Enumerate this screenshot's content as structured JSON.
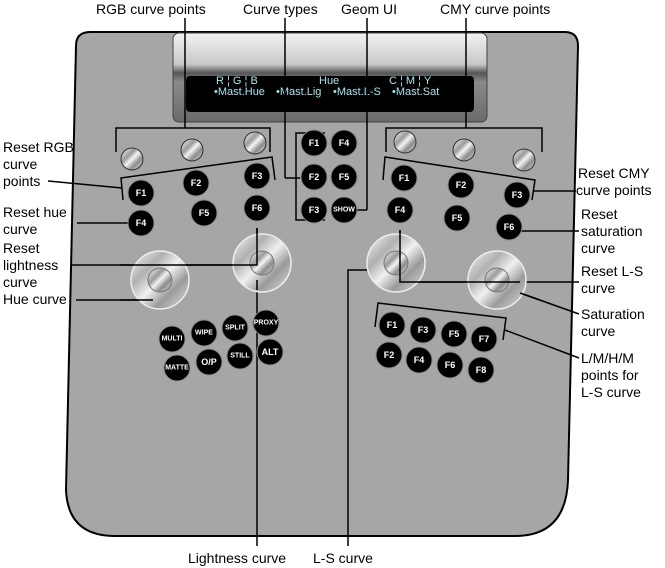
{
  "display": {
    "header_left": "R ¦ G ¦ B",
    "header_center": "Hue",
    "header_right": "C ¦ M ¦ Y",
    "items": [
      "•Mast.Hue",
      "•Mast.Lig",
      "•Mast.L-S",
      "•Mast.Sat"
    ]
  },
  "labels": {
    "top": {
      "rgb_curve_points": "RGB curve points",
      "curve_types": "Curve types",
      "geom_ui": "Geom UI",
      "cmy_curve_points": "CMY curve points"
    },
    "left": {
      "reset_rgb": [
        "Reset RGB",
        "curve",
        "points"
      ],
      "reset_hue": [
        "Reset hue",
        "curve"
      ],
      "reset_lightness": [
        "Reset",
        "lightness",
        "curve"
      ],
      "hue_curve": [
        "Hue curve"
      ]
    },
    "right": {
      "reset_cmy": [
        "Reset CMY",
        "curve points"
      ],
      "reset_saturation": [
        "Reset",
        "saturation",
        "curve"
      ],
      "reset_ls": [
        "Reset L-S",
        "curve"
      ],
      "saturation_curve": [
        "Saturation",
        "curve"
      ],
      "lmhm_points": [
        "L/M/H/M",
        "points for",
        "L-S curve"
      ]
    },
    "bottom": {
      "lightness_curve": "Lightness curve",
      "ls_curve": "L-S curve"
    }
  },
  "buttons": {
    "left_group": [
      "F1",
      "F2",
      "F3",
      "F4",
      "F5",
      "F6"
    ],
    "center_group": [
      "F1",
      "F4",
      "F2",
      "F5",
      "F3",
      "SHOW"
    ],
    "right_group": [
      "F1",
      "F2",
      "F3",
      "F4",
      "F5",
      "F6"
    ],
    "lower_left": [
      "MULTI",
      "WIPE",
      "SPLIT",
      "PROXY",
      "MATTE",
      "O/P",
      "STILL",
      "ALT"
    ],
    "lower_right": [
      "F1",
      "F3",
      "F5",
      "F7",
      "F2",
      "F4",
      "F6",
      "F8"
    ]
  },
  "colors": {
    "panel": "#a6a6a6",
    "button": "#000000",
    "lcd_text": "#a6e4ee"
  }
}
